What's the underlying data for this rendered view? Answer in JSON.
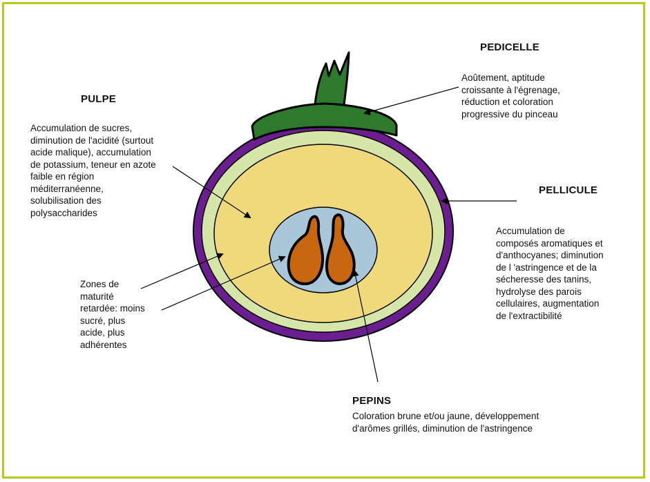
{
  "colors": {
    "border": "#b5cc1c",
    "skin": "#6b1e8f",
    "green_ring": "#d6e6a8",
    "pulp": "#f0d97a",
    "seed_cavity": "#a9c7d8",
    "seeds": "#c8670f",
    "stem": "#2e7a2c"
  },
  "labels": {
    "pedicelle": {
      "title": "PEDICELLE",
      "lines": [
        "Aoûtement, aptitude",
        "croissante à l'égrenage,",
        "réduction et coloration",
        "progressive du pinceau"
      ]
    },
    "pulpe": {
      "title": "PULPE",
      "lines": [
        "Accumulation de sucres,",
        "diminution de l'acidité (surtout",
        "acide malique), accumulation",
        "de potassium, teneur en azote",
        "faible en région",
        "méditerranéenne,",
        "solubilisation des",
        "polysaccharides"
      ]
    },
    "pellicule": {
      "title": "PELLICULE",
      "lines": [
        "Accumulation de",
        "composés aromatiques et",
        "d'anthocyanes; diminution",
        "de l 'astringence et de la",
        "sécheresse  des tanins,",
        "hydrolyse des parois",
        "cellulaires, augmentation",
        "de l'extractibilité"
      ]
    },
    "zones": {
      "lines": [
        "Zones de",
        "maturité",
        "retardée: moins",
        "sucré, plus",
        "acide, plus",
        "adhérentes"
      ]
    },
    "pepins": {
      "title": "PEPINS",
      "lines": [
        "Coloration brune et/ou jaune, développement",
        "d'arômes grillés, diminution de l'astringence"
      ]
    }
  }
}
